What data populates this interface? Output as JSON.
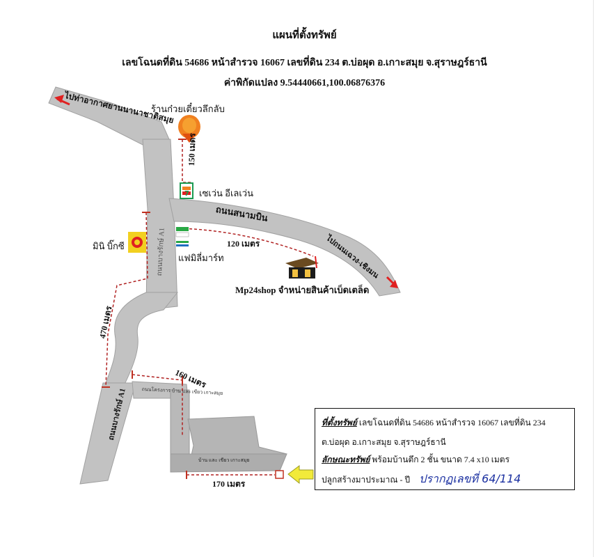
{
  "header": {
    "title": "แผนที่ตั้งทรัพย์",
    "subtitle": "เลขโฉนดที่ดิน 54686 หน้าสำรวจ 16067 เลขที่ดิน 234 ต.บ่อผุด อ.เกาะสมุย จ.สุราษฎร์ธานี",
    "coordinates": "ค่าพิกัดแปลง 9.54440661,100.06876376"
  },
  "landmarks": {
    "noodle_shop": "ร้านก๋วยเตี๋ยวลึกลับ",
    "seven_eleven": "เซเว่น อีเลเว่น",
    "mini_big_c": "มินิ บิ๊กซี",
    "family_mart": "แฟมิลี่มาร์ท",
    "mp24shop": "Mp24shop จำหน่ายสินค้าเบ็ดเตล็ด"
  },
  "roads": {
    "to_airport": "ไปท่าอากาศยานนานาชาติสมุย",
    "sanam_bin": "ถนนสนามบิน",
    "to_chaweng": "ไปถนนเฉวง-เชิงมน",
    "a1_upper": "ถนนบางรักษ์ A1",
    "a1_lower": "ถนนบางรักษ์ A1",
    "project_road": "ถนนโครงการ บ้าน และ เขียว เกาะสมุย",
    "village": "บ้าน และ เขียว เกาะสมุย"
  },
  "distances": {
    "d150": "150 เมตร",
    "d120": "120 เมตร",
    "d470": "470 เมตร",
    "d160": "160 เมตร",
    "d170": "170 เมตร"
  },
  "info": {
    "location_label": "ที่ตั้งทรัพย์",
    "location_text": " เลขโฉนดที่ดิน 54686 หน้าสำรวจ 16067 เลขที่ดิน 234",
    "location_text2": "ต.บ่อผุด อ.เกาะสมุย จ.สุราษฎร์ธานี",
    "property_label": "ลักษณะทรัพย์",
    "property_text": " พร้อมบ้านตึก 2 ชั้น ขนาด 7.4 x10 เมตร",
    "built_text": "ปลูกสร้างมาประมาณ - ปี",
    "handwritten": "ปรากฏเลขที่ 64/114"
  },
  "colors": {
    "road": "#c2c2c2",
    "road_edge": "#9a9a9a",
    "dashed": "#b02020",
    "arrow_red": "#e02020",
    "pointer_yellow": "#f2ea3a"
  }
}
